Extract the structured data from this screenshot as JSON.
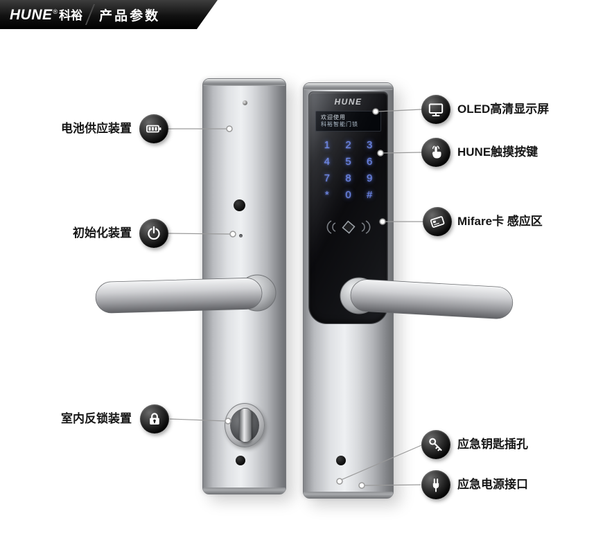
{
  "header": {
    "logo": "HUNE",
    "logo_reg": "®",
    "logo_cn": "科裕",
    "title": "产品参数"
  },
  "colors": {
    "keypad_blue": "#6a85e8",
    "banner_black": "#0a0a0a",
    "metal_silver": "#c9cacc"
  },
  "lock": {
    "brand": "HUNE",
    "screen_line1": "欢迎使用",
    "screen_line2": "科裕智能门锁",
    "keypad": [
      "1",
      "2",
      "3",
      "4",
      "5",
      "6",
      "7",
      "8",
      "9",
      "*",
      "0",
      "#"
    ]
  },
  "callouts": {
    "left": [
      {
        "label": "电池供应装置",
        "icon": "battery-icon"
      },
      {
        "label": "初始化装置",
        "icon": "power-icon"
      },
      {
        "label": "室内反锁装置",
        "icon": "lock-icon"
      }
    ],
    "right": [
      {
        "label": "OLED高清显示屏",
        "icon": "monitor-icon"
      },
      {
        "label": "HUNE触摸按键",
        "icon": "touch-icon"
      },
      {
        "label": "Mifare卡 感应区",
        "icon": "card-icon"
      },
      {
        "label": "应急钥匙插孔",
        "icon": "key-icon"
      },
      {
        "label": "应急电源接口",
        "icon": "plug-icon"
      }
    ]
  }
}
